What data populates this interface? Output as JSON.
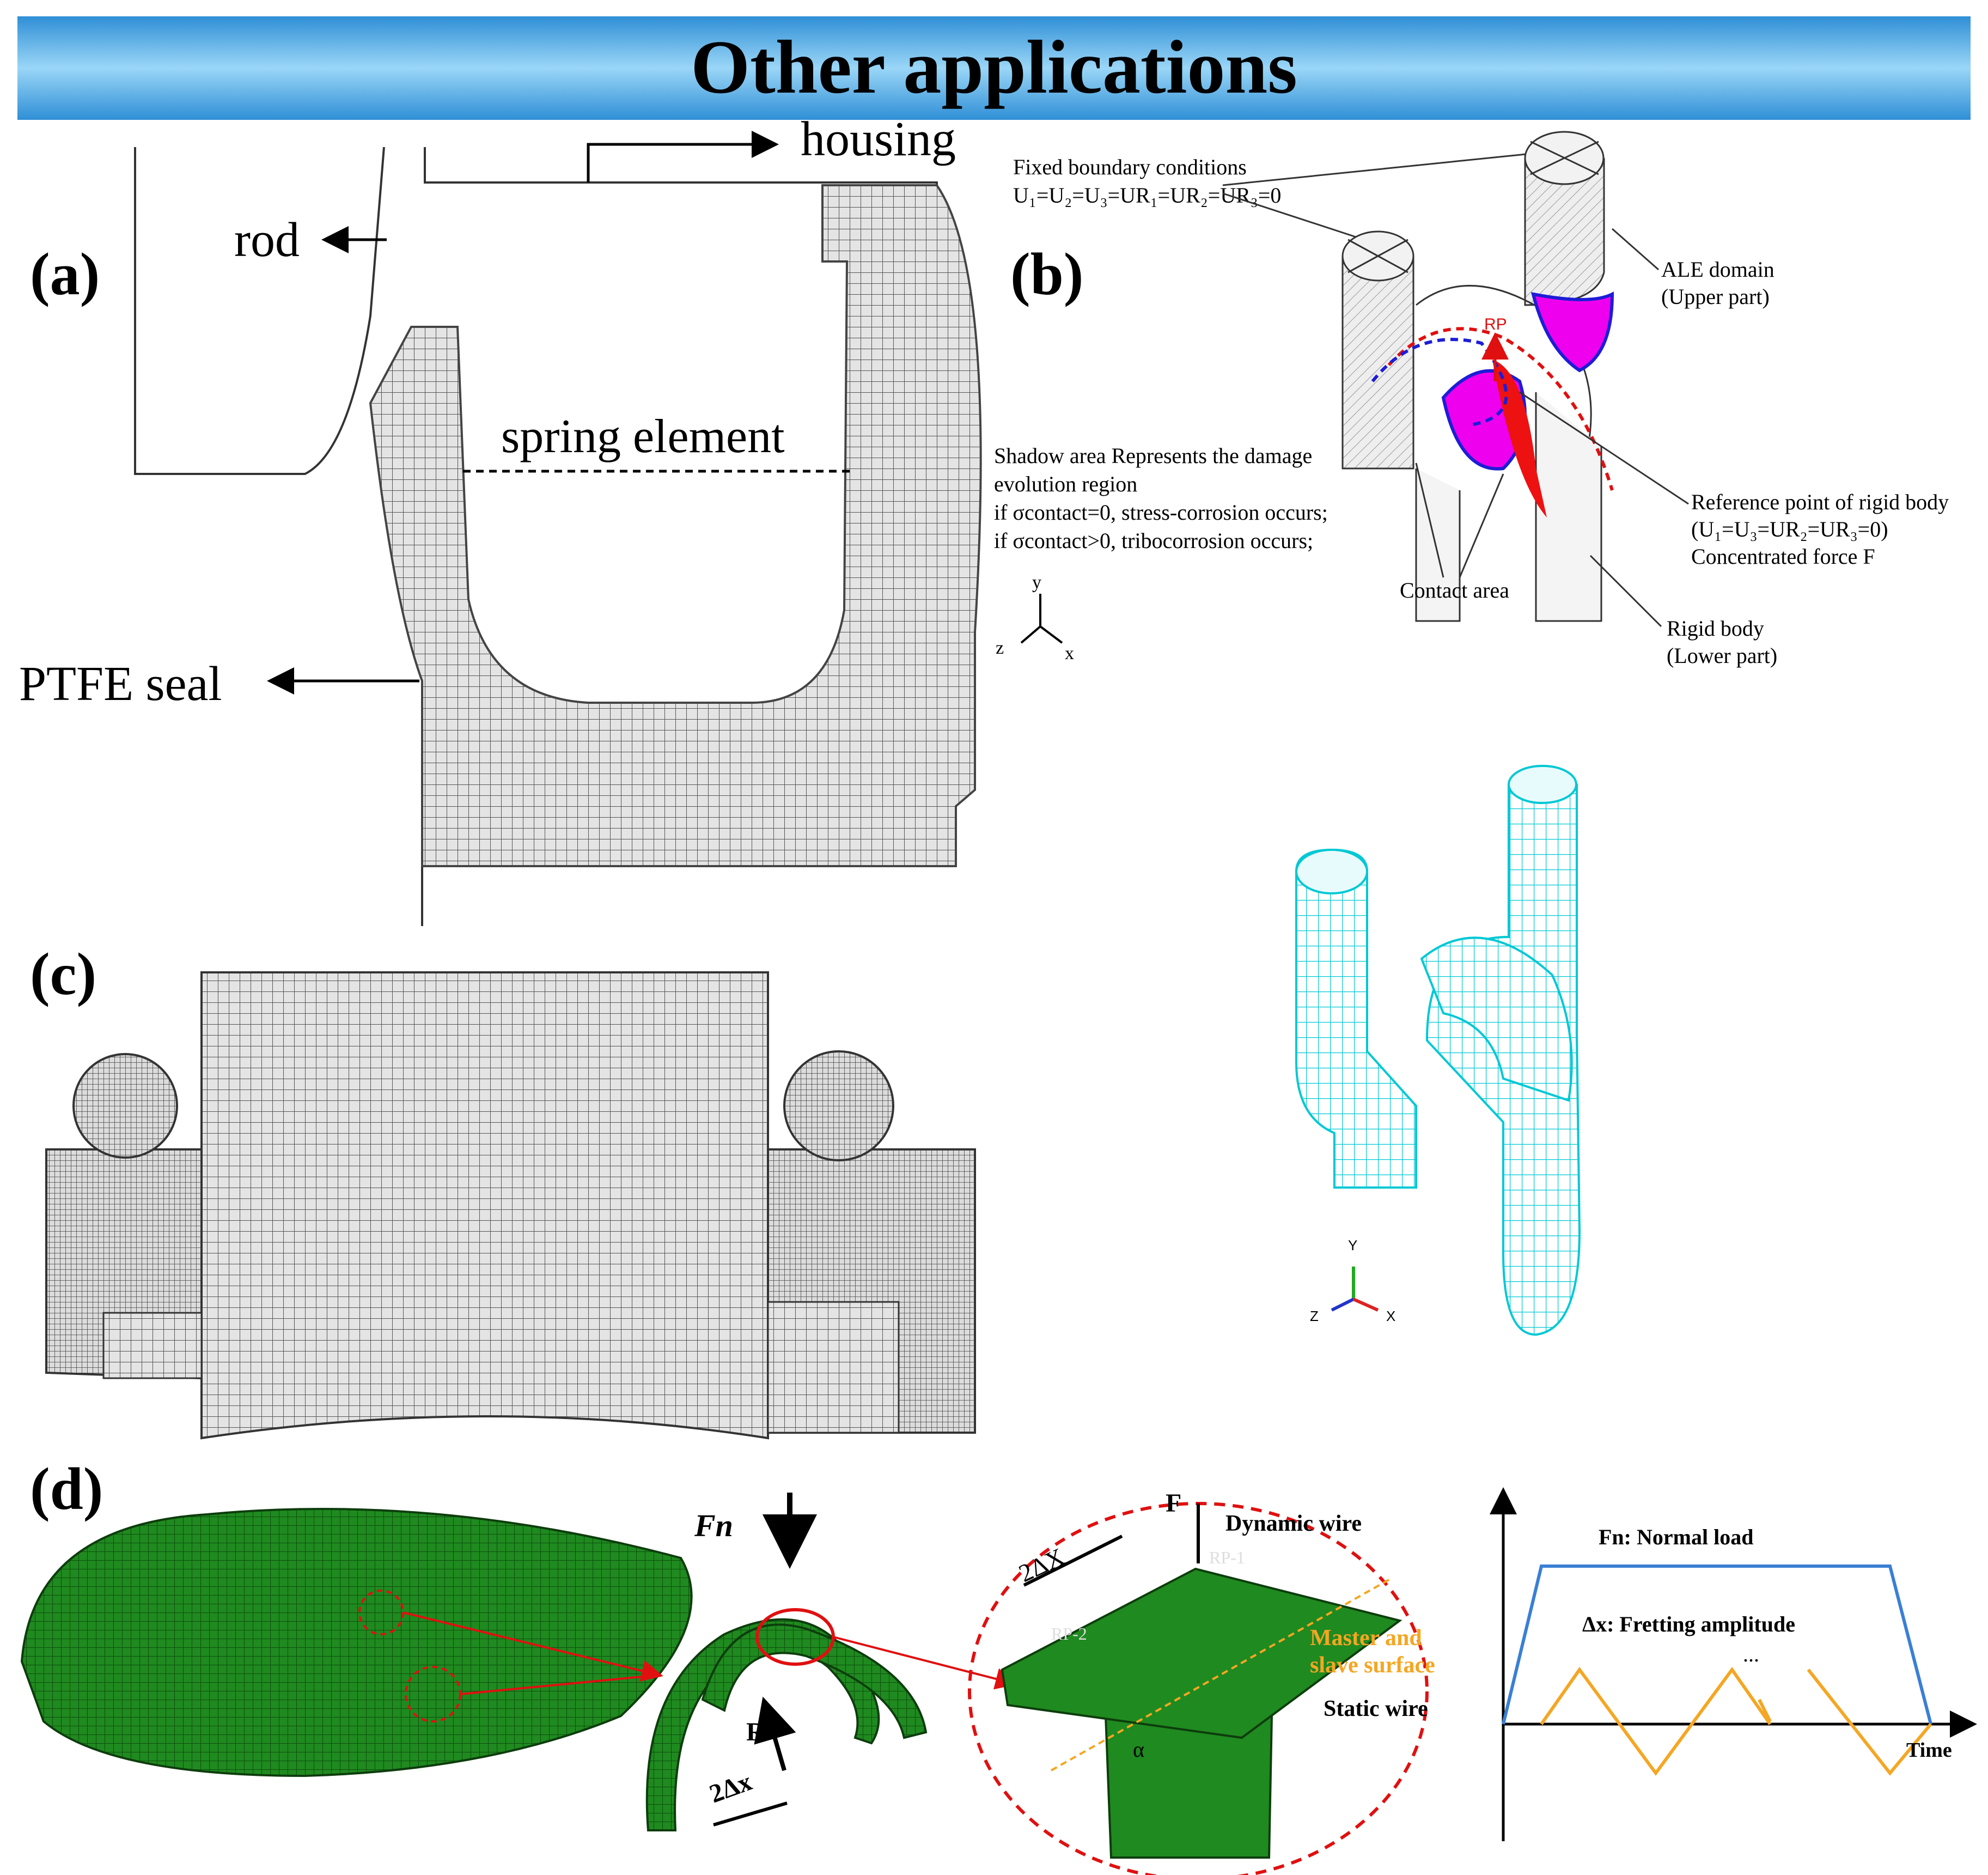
{
  "header": {
    "title": "Other applications",
    "gradient_top": "#2f8fd6",
    "gradient_mid": "#8fd0f5",
    "gradient_bottom": "#2f8fd6"
  },
  "panel_a": {
    "label": "(a)",
    "housing": "housing",
    "rod": "rod",
    "spring": "spring element",
    "seal": "PTFE seal"
  },
  "panel_b": {
    "label": "(b)",
    "fixed_bc_title": "Fixed boundary conditions",
    "fixed_bc_eq": "U₁=U₂=U₃=UR₁=UR₂=UR₃=0",
    "shadow_1": "Shadow area Represents the damage",
    "shadow_2": "evolution region",
    "shadow_3": "if σcontact=0, stress-corrosion occurs;",
    "shadow_4": "if σcontact>0, tribocorrosion occurs;",
    "ale_1": "ALE domain",
    "ale_2": "(Upper part)",
    "ref_1": "Reference point of rigid body",
    "ref_2": "(U₁=U₃=UR₂=UR₃=0)",
    "ref_3": "Concentrated force F",
    "contact": "Contact area",
    "rigid_1": "Rigid body",
    "rigid_2": "(Lower part)",
    "rp": "RP",
    "axis_y": "y",
    "axis_z": "z",
    "axis_x": "x",
    "mesh_axis_y": "Y",
    "mesh_axis_z": "Z",
    "mesh_axis_x": "X",
    "magenta": "#ee00ee",
    "mesh_color": "#00d8e0"
  },
  "panel_c": {
    "label": "(c)"
  },
  "panel_d": {
    "label": "(d)",
    "fn": "Fn",
    "r": "R",
    "two_dx": "2Δx",
    "F": "F",
    "two_DX": "2ΔX",
    "dynamic": "Dynamic wire",
    "rp1": "RP-1",
    "rp2": "RP-2",
    "master_1": "Master and",
    "master_2": "slave surface",
    "static": "Static wire",
    "alpha": "α",
    "normal_load": "Fn: Normal load",
    "fretting": "Δx: Fretting amplitude",
    "dots": "...",
    "time": "Time",
    "green": "#1f8a1f",
    "blue": "#3a7fd5",
    "orange": "#f5a623"
  }
}
